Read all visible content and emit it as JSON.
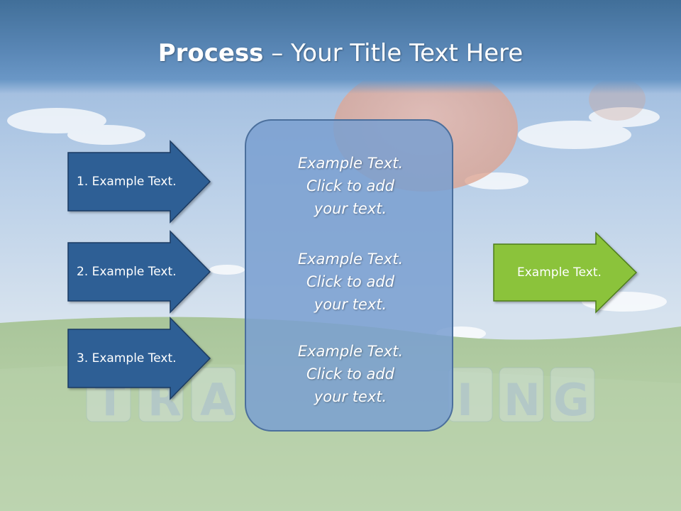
{
  "title": {
    "bold": "Process",
    "rest": " – Your Title Text Here"
  },
  "left_arrows": [
    {
      "label": "1. Example Text."
    },
    {
      "label": "2. Example Text."
    },
    {
      "label": "3. Example Text."
    }
  ],
  "center_box": {
    "paragraphs": [
      {
        "line1": "Example Text.",
        "line2": "Click  to add",
        "line3": "your text."
      },
      {
        "line1": "Example Text.",
        "line2": "Click  to add",
        "line3": "your text."
      },
      {
        "line1": "Example Text.",
        "line2": "Click  to add",
        "line3": "your text."
      }
    ]
  },
  "right_arrow": {
    "label": "Example Text."
  },
  "background_text": "TRAINING",
  "colors": {
    "left_arrow_fill": "#2f5f95",
    "left_arrow_stroke": "#1b3b62",
    "right_arrow_fill": "#8bc33a",
    "right_arrow_stroke": "#4e7c1c",
    "center_box_fill": "#7aa0d0",
    "title_band": "#4a78a8"
  }
}
